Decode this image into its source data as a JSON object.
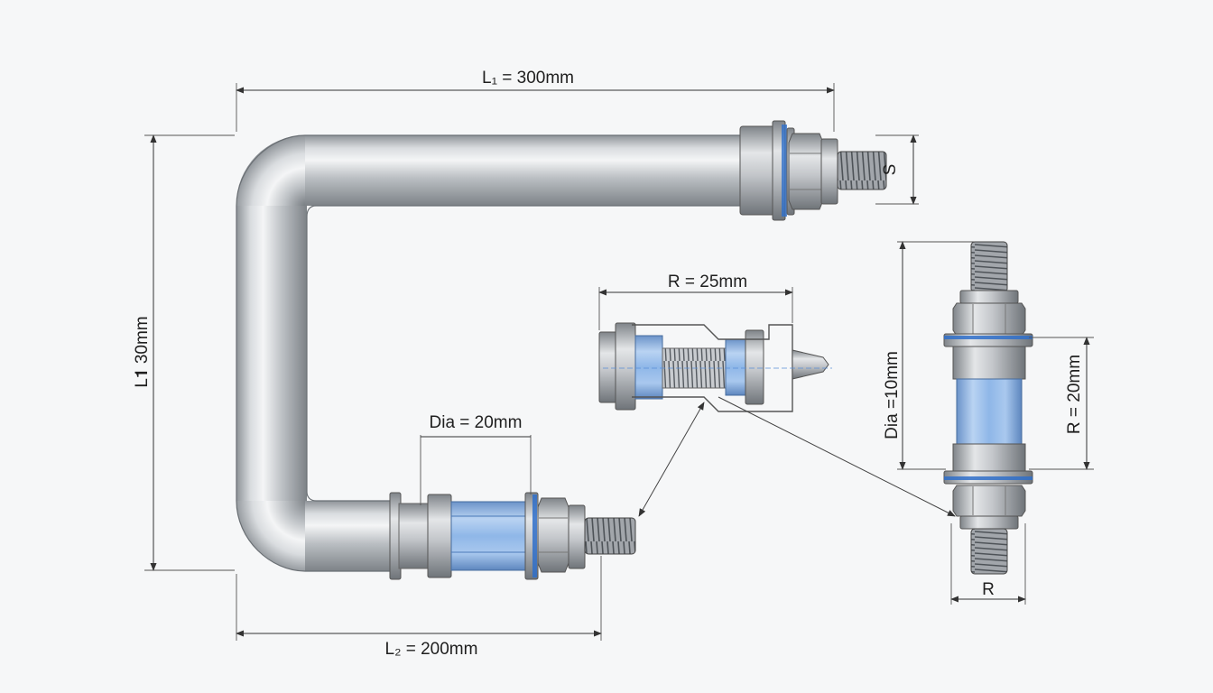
{
  "dimensions": {
    "l1": "L₁ = 300mm",
    "l_vertical": "L𝟏 30mm",
    "l2": "L₂ = 200mm",
    "dia_pipe": "Dia = 20mm",
    "thread_right": "S",
    "r_inset": "R = 25mm",
    "dia_detail": "Dia =10mm",
    "r_detail": "R = 20mm",
    "r_bottom": "R"
  },
  "colors": {
    "background": "#f6f7f8",
    "steel": "#b8bcc1",
    "glass_blue": "#8fb7e8",
    "seal_blue": "#2f6fc9",
    "line": "#333333"
  }
}
